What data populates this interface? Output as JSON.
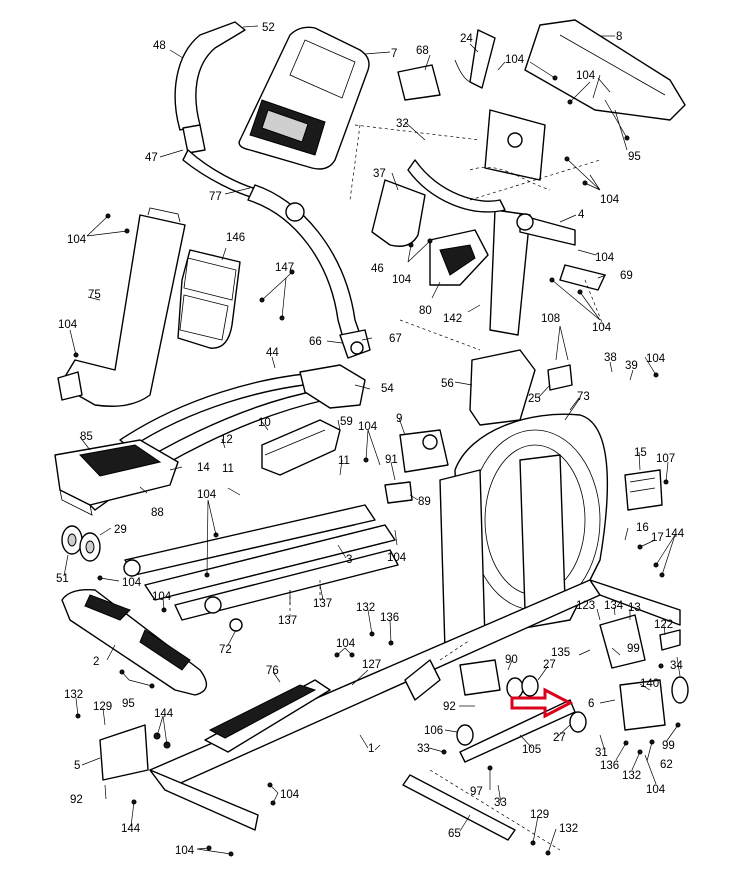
{
  "labels": {
    "l1": "1",
    "l2": "2",
    "l3": "3",
    "l4": "4",
    "l5": "5",
    "l6": "6",
    "l7": "7",
    "l8": "8",
    "l9": "9",
    "l10": "10",
    "l11a": "11",
    "l11b": "11",
    "l12": "12",
    "l13": "13",
    "l14": "14",
    "l15": "15",
    "l16": "16",
    "l17": "17",
    "l24": "24",
    "l25": "25",
    "l27a": "27",
    "l27b": "27",
    "l29": "29",
    "l31": "31",
    "l32": "32",
    "l33a": "33",
    "l33b": "33",
    "l34": "34",
    "l37": "37",
    "l38": "38",
    "l39": "39",
    "l44": "44",
    "l46": "46",
    "l47": "47",
    "l48": "48",
    "l51": "51",
    "l52": "52",
    "l54": "54",
    "l56": "56",
    "l59": "59",
    "l62": "62",
    "l65": "65",
    "l66": "66",
    "l67": "67",
    "l68": "68",
    "l69": "69",
    "l72": "72",
    "l73": "73",
    "l75": "75",
    "l76": "76",
    "l77": "77",
    "l80": "80",
    "l85": "85",
    "l88": "88",
    "l89": "89",
    "l90": "90",
    "l91": "91",
    "l92a": "92",
    "l92b": "92",
    "l95a": "95",
    "l95b": "95",
    "l97": "97",
    "l99a": "99",
    "l99b": "99",
    "l104a": "104",
    "l104b": "104",
    "l104c": "104",
    "l104d": "104",
    "l104e": "104",
    "l104f": "104",
    "l104g": "104",
    "l104h": "104",
    "l104i": "104",
    "l104j": "104",
    "l104k": "104",
    "l104l": "104",
    "l104m": "104",
    "l104n": "104",
    "l104o": "104",
    "l104p": "104",
    "l104q": "104",
    "l104r": "104",
    "l105": "105",
    "l106": "106",
    "l107": "107",
    "l108": "108",
    "l122": "122",
    "l123": "123",
    "l127": "127",
    "l129a": "129",
    "l129b": "129",
    "l132a": "132",
    "l132b": "132",
    "l132c": "132",
    "l132d": "132",
    "l134": "134",
    "l135": "135",
    "l136a": "136",
    "l136b": "136",
    "l137a": "137",
    "l137b": "137",
    "l140": "140",
    "l142": "142",
    "l144a": "144",
    "l144b": "144",
    "l144c": "144",
    "l146": "146",
    "l147": "147"
  },
  "highlight_color": "#d9001b",
  "line_color": "#000000"
}
